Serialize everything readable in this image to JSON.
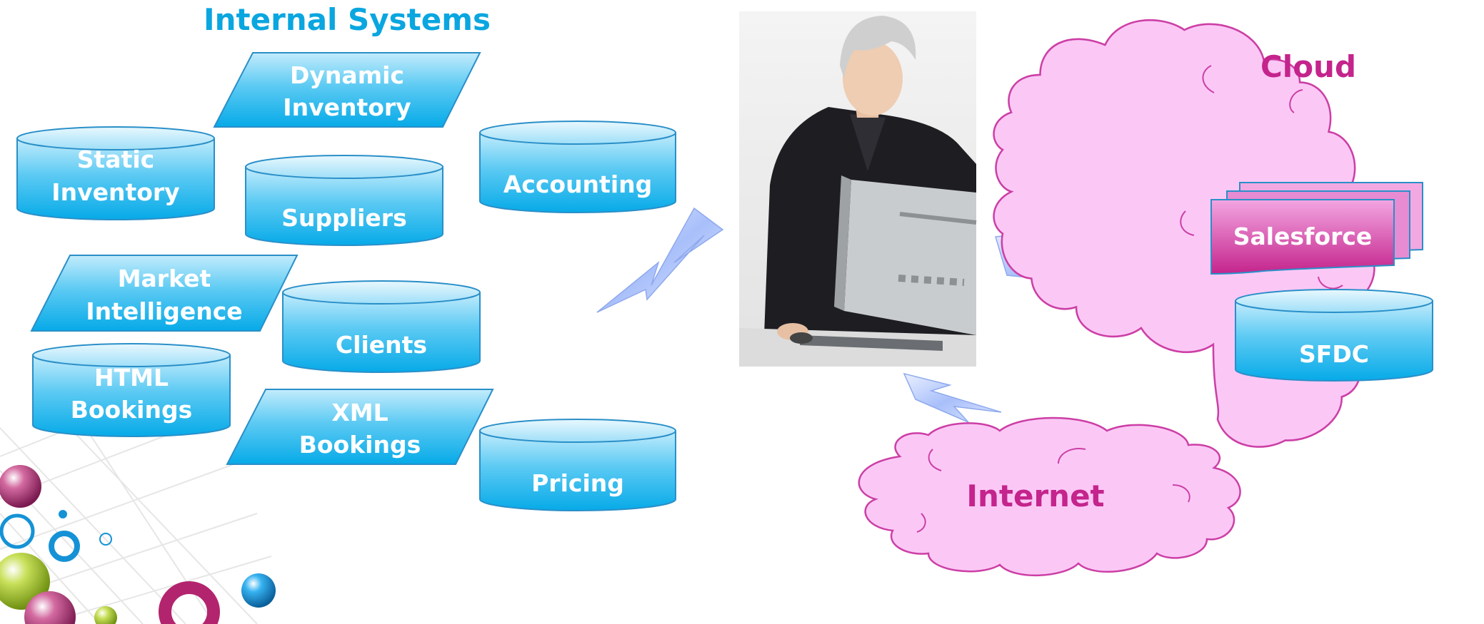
{
  "title": "Internal Systems",
  "internal_systems": {
    "dynamic_inventory": [
      "Dynamic",
      "Inventory"
    ],
    "static_inventory": [
      "Static",
      "Inventory"
    ],
    "suppliers": "Suppliers",
    "accounting": "Accounting",
    "market_intelligence": [
      "Market",
      "Intelligence"
    ],
    "clients": "Clients",
    "html_bookings": [
      "HTML",
      "Bookings"
    ],
    "xml_bookings": [
      "XML",
      "Bookings"
    ],
    "pricing": "Pricing"
  },
  "cloud": {
    "label": "Cloud",
    "salesforce": "Salesforce",
    "sfdc": "SFDC"
  },
  "internet": "Internet",
  "colors": {
    "title_blue": "#0aa6e0",
    "shape_top": "#bfeafb",
    "shape_bottom": "#0bb0ea",
    "cloud_fill": "#fbc8f6",
    "cloud_stroke": "#cc3fa5",
    "pink_text": "#c4248c",
    "arrow_fill": "#aac4fb"
  }
}
